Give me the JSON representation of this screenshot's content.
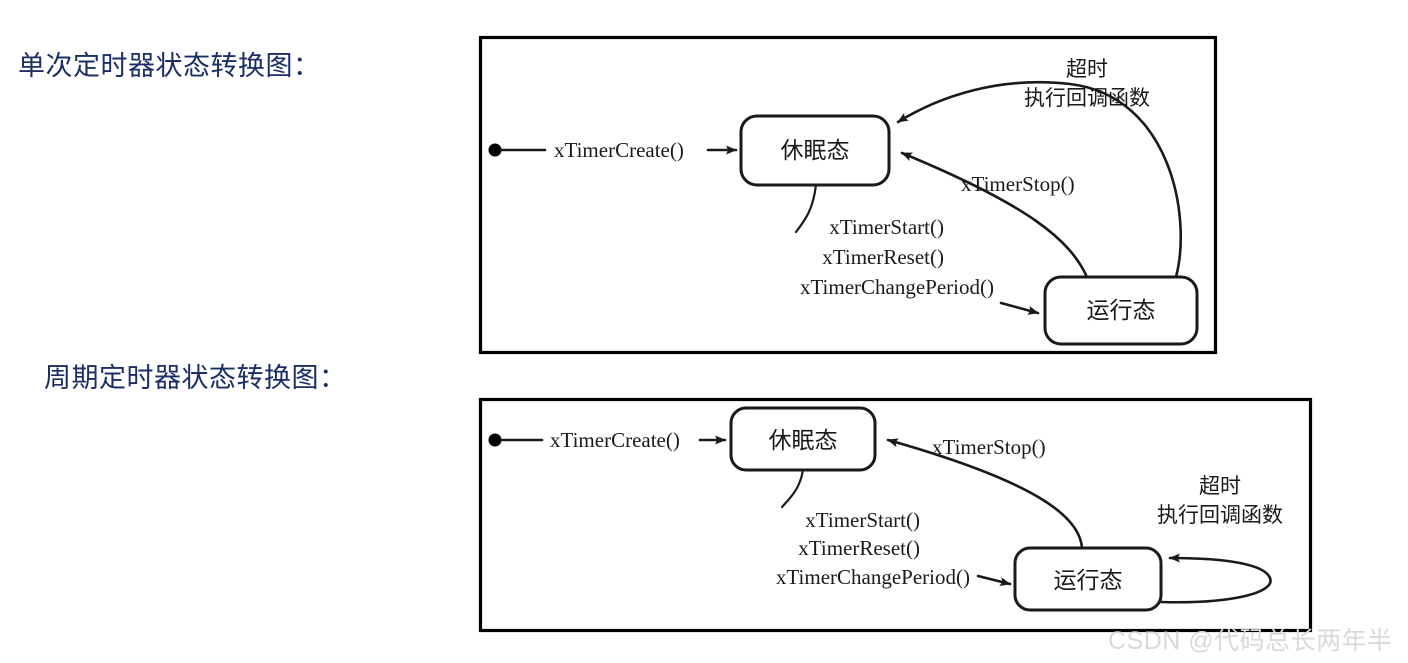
{
  "page": {
    "background": "#ffffff",
    "title_color": "#1b2f66",
    "stroke_color": "#1a1a1a",
    "watermark_color": "#d9d9d9"
  },
  "titles": {
    "oneshot": "单次定时器状态转换图：",
    "periodic": "周期定时器状态转换图："
  },
  "watermark": {
    "text": "CSDN @代码总长两年半"
  },
  "diagrams": [
    {
      "id": "oneshot",
      "name": "one-shot-timer-state-diagram",
      "states": [
        {
          "id": "dormant",
          "label": "休眠态"
        },
        {
          "id": "running",
          "label": "运行态"
        }
      ],
      "transitions": [
        {
          "id": "create",
          "label": "xTimerCreate()",
          "from": "start",
          "to": "dormant"
        },
        {
          "id": "start",
          "label": "xTimerStart()",
          "from": "dormant",
          "to": "running"
        },
        {
          "id": "reset",
          "label": "xTimerReset()",
          "from": "dormant",
          "to": "running"
        },
        {
          "id": "change-period",
          "label": "xTimerChangePeriod()",
          "from": "dormant",
          "to": "running"
        },
        {
          "id": "stop",
          "label": "xTimerStop()",
          "from": "running",
          "to": "dormant"
        },
        {
          "id": "timeout",
          "label_line1": "超时",
          "label_line2": "执行回调函数",
          "from": "running",
          "to": "dormant"
        }
      ]
    },
    {
      "id": "periodic",
      "name": "periodic-timer-state-diagram",
      "states": [
        {
          "id": "dormant",
          "label": "休眠态"
        },
        {
          "id": "running",
          "label": "运行态"
        }
      ],
      "transitions": [
        {
          "id": "create",
          "label": "xTimerCreate()",
          "from": "start",
          "to": "dormant"
        },
        {
          "id": "start",
          "label": "xTimerStart()",
          "from": "dormant",
          "to": "running"
        },
        {
          "id": "reset",
          "label": "xTimerReset()",
          "from": "dormant",
          "to": "running"
        },
        {
          "id": "change-period",
          "label": "xTimerChangePeriod()",
          "from": "dormant",
          "to": "running"
        },
        {
          "id": "stop",
          "label": "xTimerStop()",
          "from": "running",
          "to": "dormant"
        },
        {
          "id": "timeout",
          "label_line1": "超时",
          "label_line2": "执行回调函数",
          "from": "running",
          "to": "running"
        }
      ]
    }
  ]
}
